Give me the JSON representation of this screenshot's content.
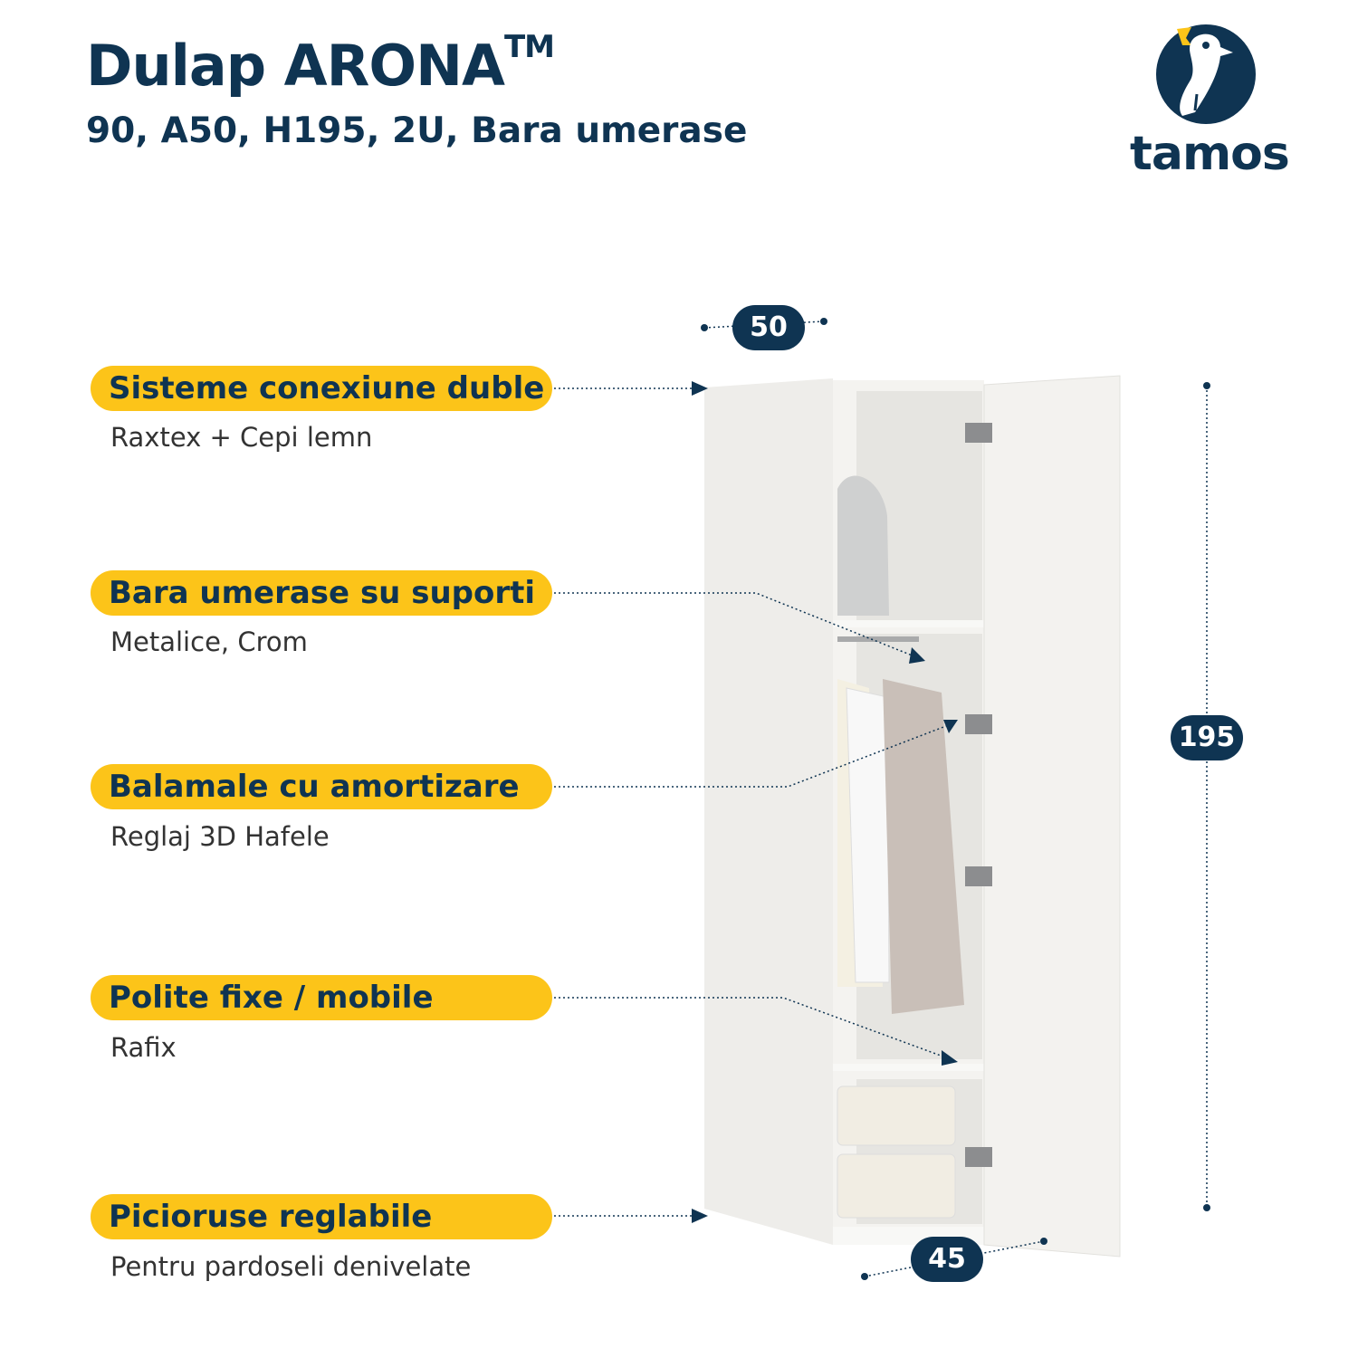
{
  "header": {
    "title": "Dulap ARONA",
    "trademark": "TM",
    "subtitle": "90, A50, H195, 2U, Bara umerase"
  },
  "brand": {
    "name": "tamos",
    "navy": "#0f3452",
    "yellow": "#fcc419"
  },
  "features": [
    {
      "title": "Sisteme conexiune duble",
      "detail": "Raxtex + Cepi lemn"
    },
    {
      "title": "Bara umerase su suporti",
      "detail": "Metalice, Crom"
    },
    {
      "title": "Balamale cu amortizare",
      "detail": "Reglaj 3D Hafele"
    },
    {
      "title": "Polite fixe / mobile",
      "detail": "Rafix"
    },
    {
      "title": "Picioruse reglabile",
      "detail": "Pentru pardoseli denivelate"
    }
  ],
  "dimensions": {
    "depth": "50",
    "height": "195",
    "width": "45"
  }
}
